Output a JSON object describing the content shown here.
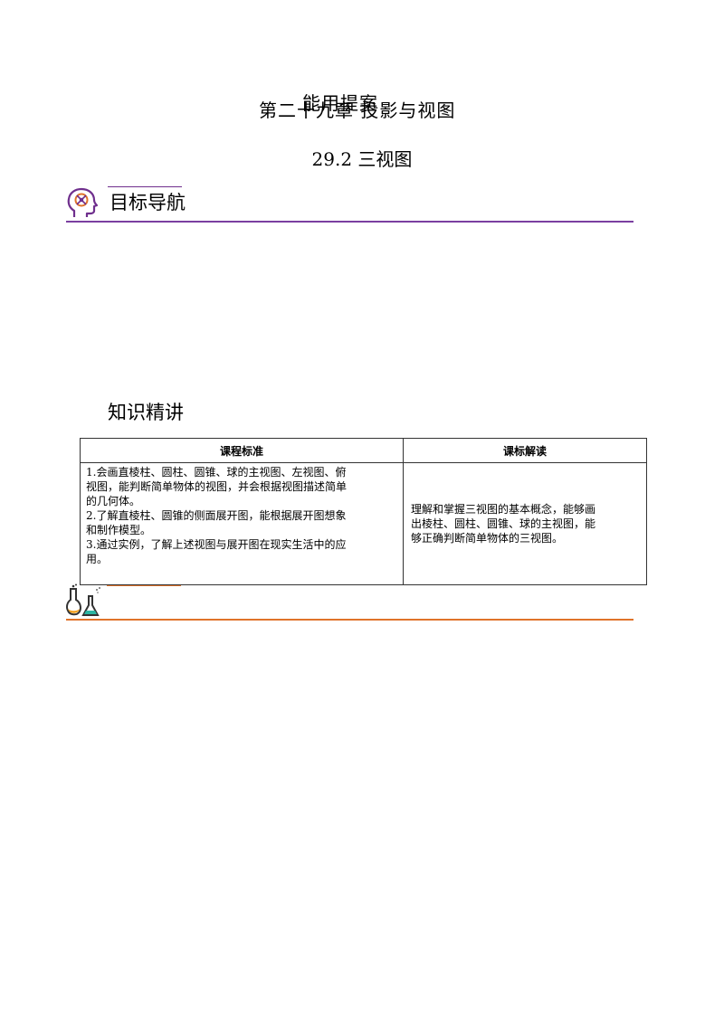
{
  "header": {
    "overlap_text_a": "能用提案",
    "overlap_text_b": "第二十九章 投影与视图",
    "section_title": "29.2    三视图"
  },
  "goal_section": {
    "title": "目标导航",
    "icon": "brain-head-icon",
    "accent_color": "#7b3fa0"
  },
  "knowledge_section": {
    "title": "知识精讲"
  },
  "table": {
    "headers": [
      "课程标准",
      "课标解读"
    ],
    "standard_lines": [
      "1.会画直棱柱、圆柱、圆锥、球的主视图、左视图、俯",
      "视图，能判断简单物体的视图，并会根据视图描述简单",
      "的几何体。",
      "2.了解直棱柱、圆锥的侧面展开图，能根据展开图想象",
      "和制作模型。",
      "3.通过实例，了解上述视图与展开图在现实生活中的应",
      "用。"
    ],
    "interpretation_lines": [
      "理解和掌握三视图的基本概念，能够画",
      "出棱柱、圆柱、圆锥、球的主视图，能",
      "够正确判断简单物体的三视图。"
    ]
  },
  "lab_section": {
    "icon": "lab-flask-icon",
    "accent_color": "#e0732a"
  }
}
